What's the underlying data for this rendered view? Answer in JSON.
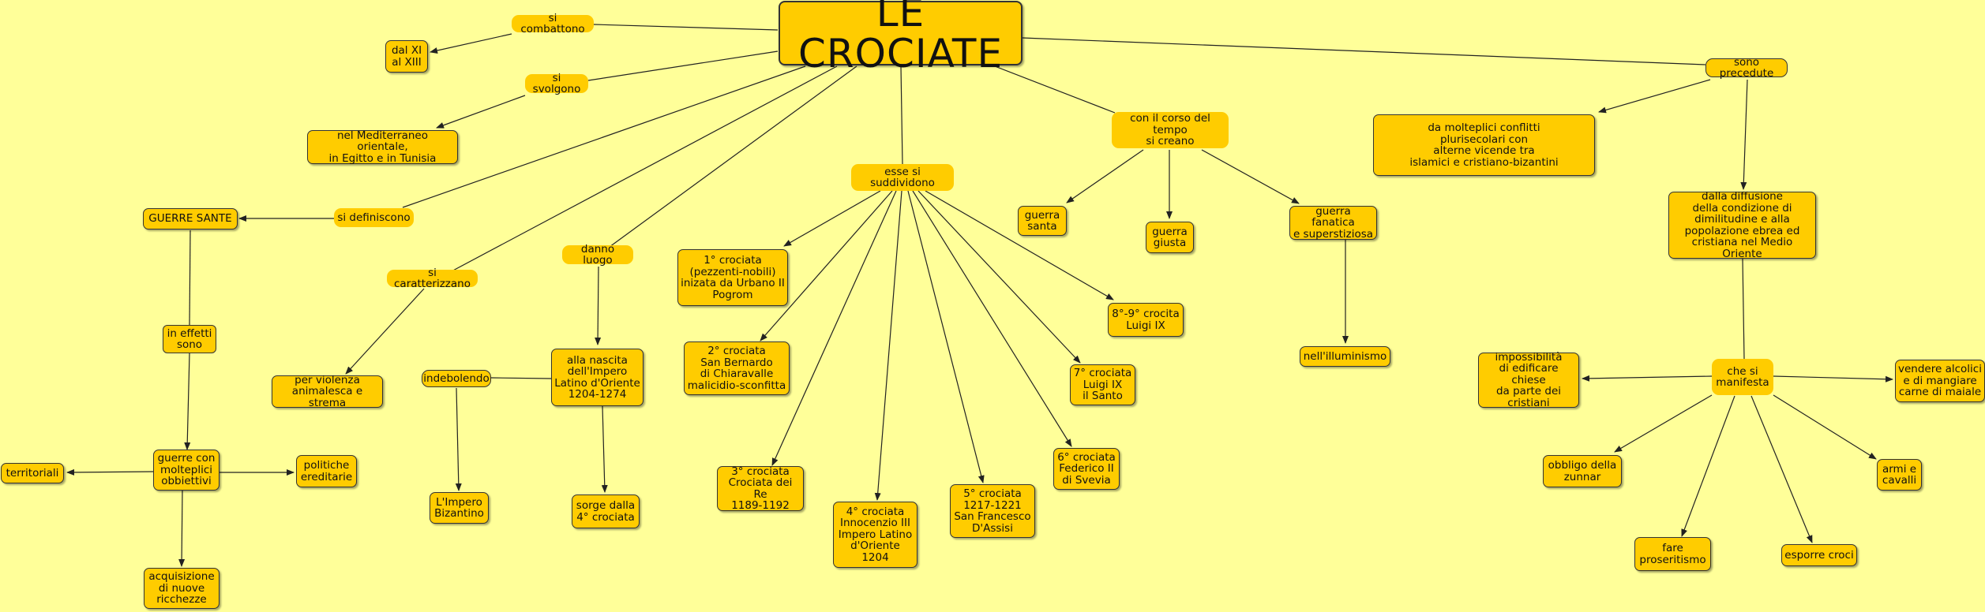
{
  "colors": {
    "background": "#ffff99",
    "node": "#ffcc00",
    "border": "#333333",
    "edge": "#222222"
  },
  "root": "LE CROCIATE",
  "links": {
    "combattono": "si combattono",
    "svolgono": "si svolgono",
    "definiscono": "si  definiscono",
    "caratterizzano": "si caratterizzano",
    "danno_luogo": "danno luogo",
    "suddividono": "esse si suddividono",
    "corso_tempo": "con il corso del tempo\nsi creano",
    "precedute": "sono precedute",
    "effetti": "in effetti\nsono",
    "indebolendo": "indebolendo",
    "manifesta": "che si\nmanifesta"
  },
  "concepts": {
    "dal_xi": "dal XI\nal XIII",
    "mediterraneo": "nel Mediterraneo orientale,\nin Egitto e in Tunisia",
    "guerre_sante": "GUERRE SANTE",
    "guerre_obbiettivi": "guerre con\nmolteplici\nobbiettivi",
    "territoriali": "territoriali",
    "politiche": "politiche\nereditarie",
    "acquisizione": "acquisizione\ndi nuove\nricchezze",
    "violenza": "per violenza\nanimalesca e strema",
    "nascita_impero": "alla nascita\ndell'Impero\nLatino d'Oriente\n1204-1274",
    "impero_bizantino": "L'Impero\nBizantino",
    "sorge": "sorge dalla\n4° crociata",
    "c1": "1° crociata\n(pezzenti-nobili)\ninizata da Urbano II\nPogrom",
    "c2": "2° crociata\nSan Bernardo\ndi Chiaravalle\nmalicidio-sconfitta",
    "c3": "3° crociata\nCrociata dei Re\n1189-1192",
    "c4": "4° crociata\nInnocenzio III\nImpero Latino\nd'Oriente\n1204",
    "c5": "5° crociata\n1217-1221\nSan Francesco\nD'Assisi",
    "c6": "6° crociata\nFederico II\ndi Svevia",
    "c7": "7° crociata\nLuigi IX\nil Santo",
    "c89": "8°-9° crocita\nLuigi IX",
    "guerra_santa": "guerra\nsanta",
    "guerra_giusta": "guerra\ngiusta",
    "guerra_fanatica": "guerra fanatica\ne superstiziosa",
    "illuminismo": "nell'illuminismo",
    "conflitti": "da molteplici conflitti\nplurisecolari con\nalterne vicende tra\nislamici e cristiano-bizantini",
    "diffusione": "dalla diffusione\ndella condizione di\ndimilitudine e alla\npopolazione ebrea ed\ncristiana nel Medio Oriente",
    "impossibilita": "impossibilità\ndi edificare chiese\nda parte dei\ncristiani",
    "alcolici": "vendere alcolici\ne di mangiare\ncarne di maiale",
    "zunnar": "obbligo della\nzunnar",
    "armi": "armi e\ncavalli",
    "proselitismo": "fare\nproseritismo",
    "croci": "esporre croci"
  }
}
